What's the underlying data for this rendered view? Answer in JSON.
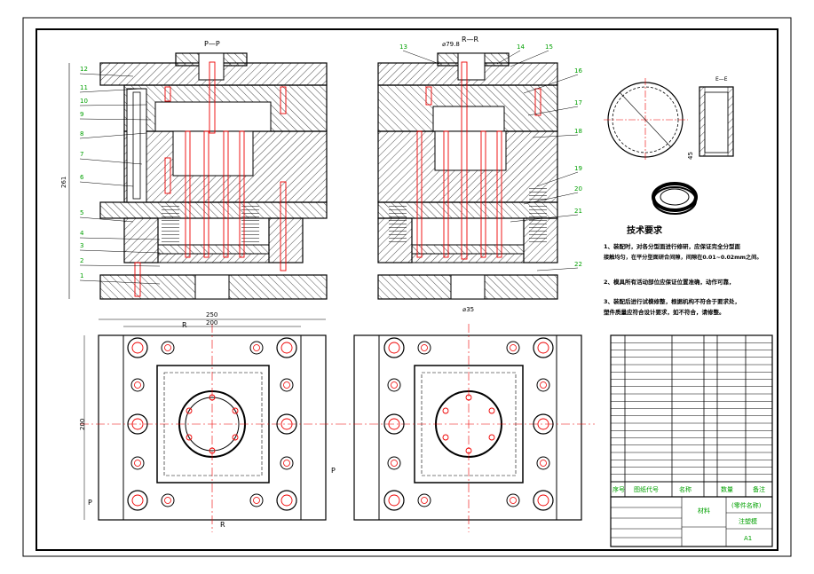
{
  "views": {
    "section_pp": "P—P",
    "section_rr": "R—R",
    "section_ee": "E—E",
    "dim_height": "261",
    "dim_width_outer": "250",
    "dim_width_inner": "200",
    "dim_depth": "200",
    "dim_sprue_bushing": "⌀79.8",
    "dim_nozzle": "⌀35",
    "plan_label_r": "R",
    "plan_label_p": "P",
    "dim_part_height": "45"
  },
  "callouts_left": [
    "12",
    "11",
    "10",
    "9",
    "8",
    "7",
    "6",
    "5",
    "4",
    "3",
    "2",
    "1"
  ],
  "callouts_right": [
    "13",
    "14",
    "15",
    "16",
    "17",
    "18",
    "19",
    "20",
    "21",
    "22"
  ],
  "tech_req": {
    "title": "技术要求",
    "line1": "1、装配时，对各分型面进行修研，应保证完全分型面",
    "line2": "接触均匀，在平分型面研合间隙，间隙在0.01~0.02mm之间。",
    "line3": "2、模具所有活动部位应保证位置准确，动作可靠，",
    "line4": "3、装配后进行试模修整，根据机构不符合于要求处，",
    "line5": "塑件质量应符合设计要求，如不符合，请修整。"
  },
  "title_block": {
    "header_cols": [
      "序号",
      "图纸代号",
      "名称",
      "数量",
      "备注"
    ],
    "material_label": "材料",
    "drawing_name": "(零件名称)",
    "scale_label": "A1",
    "sheet_label": "注塑模"
  },
  "colors": {
    "line": "#000000",
    "center_line": "#ff0000",
    "callout": "#00a000",
    "hatch": "#000000"
  }
}
